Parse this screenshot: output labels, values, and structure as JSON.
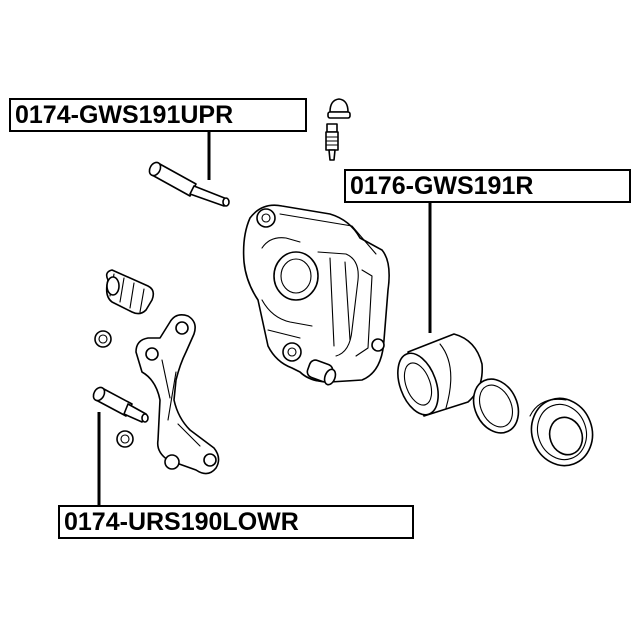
{
  "labels": {
    "upper_pin": "0174-GWS191UPR",
    "piston": "0176-GWS191R",
    "lower_pin": "0174-URS190LOWR"
  },
  "colors": {
    "line": "#000000",
    "background": "#ffffff"
  }
}
